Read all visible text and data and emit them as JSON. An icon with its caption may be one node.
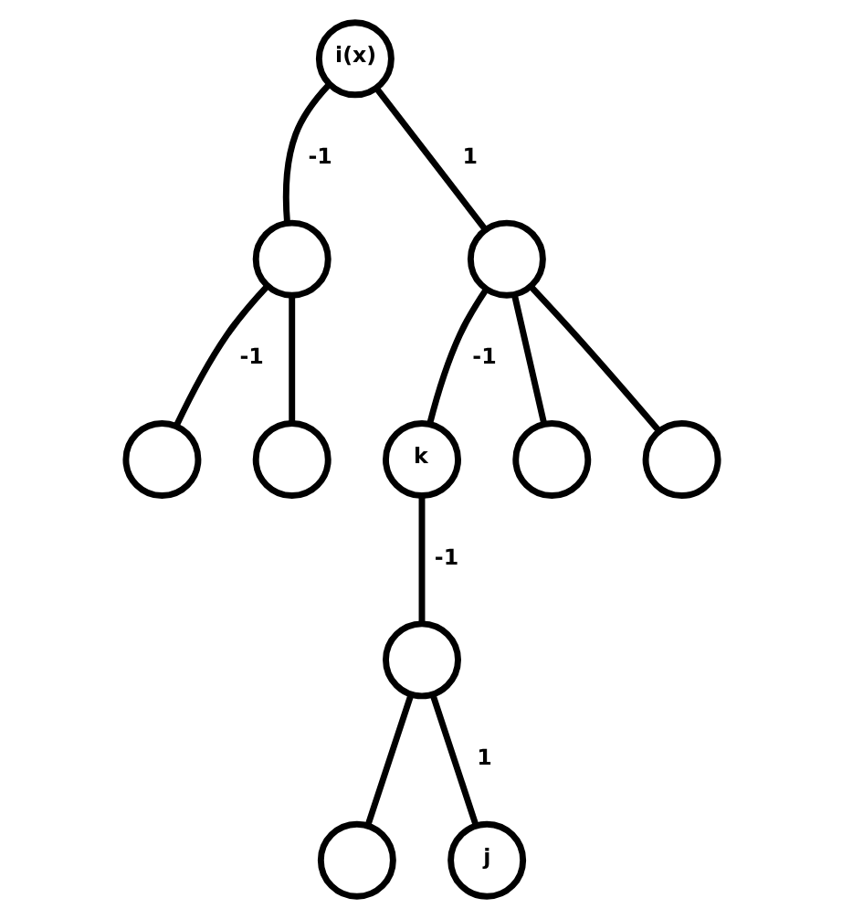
{
  "diagram": {
    "nodes": [
      {
        "text": [
          "i(x)"
        ]
      },
      {
        "text": [],
        "shape": "circle"
      },
      {
        "text": [],
        "shape": "circle"
      },
      {
        "text": [],
        "shape": "circle"
      },
      {
        "text": [],
        "shape": "circle"
      },
      {
        "text": [
          "k"
        ]
      },
      {
        "text": [],
        "shape": "circle"
      },
      {
        "text": [],
        "shape": "circle"
      },
      {
        "text": [],
        "shape": "circle"
      },
      {
        "text": [],
        "shape": "circle"
      },
      {
        "text": [
          "j"
        ]
      }
    ],
    "edges": [
      {
        "from": 0,
        "to": 1,
        "arrow": "none",
        "label": "-1"
      },
      {
        "from": 0,
        "to": 2,
        "arrow": "none",
        "label": "1"
      },
      {
        "from": 1,
        "to": 3,
        "arrow": "none",
        "label": "-1"
      },
      {
        "from": 1,
        "to": 4,
        "arrow": "none"
      },
      {
        "from": 2,
        "to": 5,
        "arrow": "none",
        "label": "-1"
      },
      {
        "from": 2,
        "to": 6,
        "arrow": "none"
      },
      {
        "from": 2,
        "to": 7,
        "arrow": "none"
      },
      {
        "from": 5,
        "to": 8,
        "arrow": "none",
        "label": "-1"
      },
      {
        "from": 8,
        "to": 9,
        "arrow": "none"
      },
      {
        "from": 8,
        "to": 10,
        "arrow": "none",
        "label": "1"
      }
    ]
  }
}
